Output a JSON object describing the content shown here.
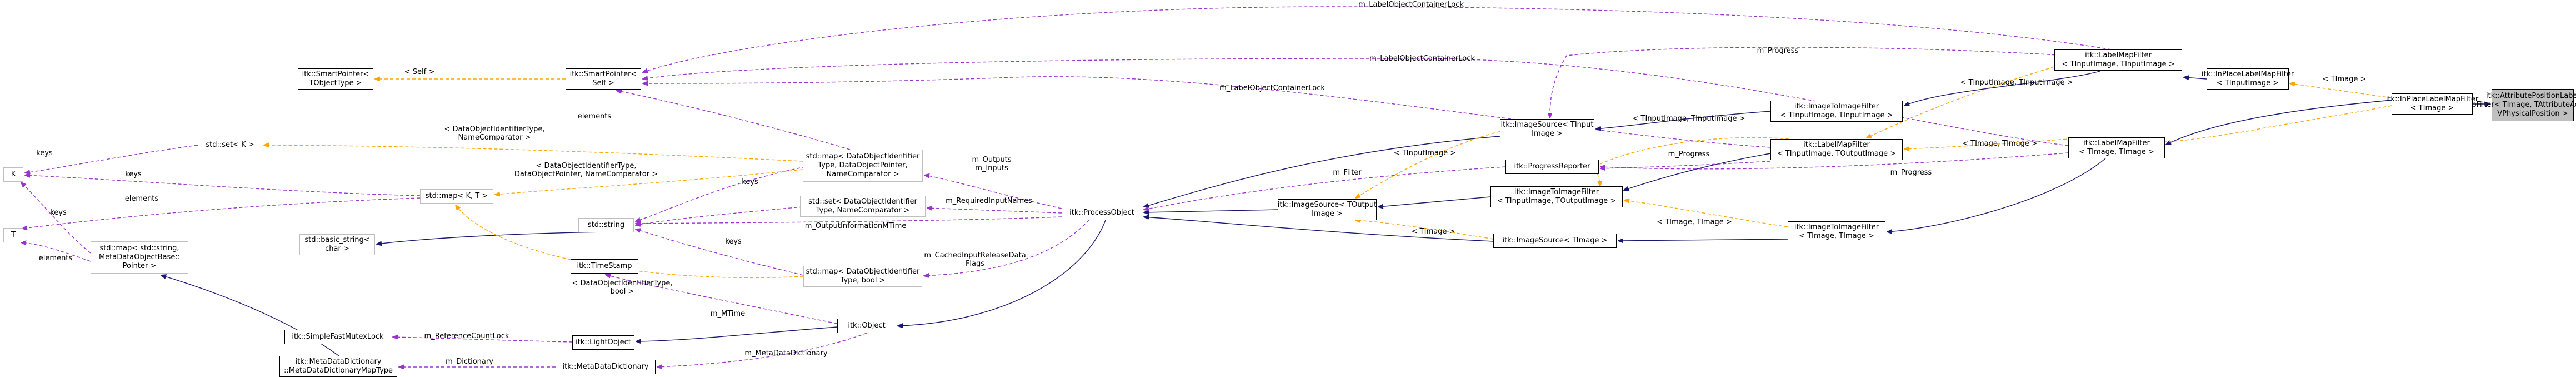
{
  "colors": {
    "inherit": "#191970",
    "usage": "#9a32cd",
    "template": "#ffa500",
    "node_border": "#000000",
    "node_border_grey": "#bfbfbf",
    "focus_fill": "#bfbfbf"
  },
  "nodes": [
    {
      "id": "attr",
      "lines": [
        "itk::AttributePositionLabel",
        "MapFilter< TImage, TAttributeAccessor,",
        " VPhysicalPosition >"
      ],
      "interactable": true
    },
    {
      "id": "inplace_label_timage",
      "lines": [
        "itk::InPlaceLabelMapFilter",
        "< TImage >"
      ],
      "interactable": true
    },
    {
      "id": "inplace_label_tinput",
      "lines": [
        "itk::InPlaceLabelMapFilter",
        "< TInputImage >"
      ],
      "interactable": true
    },
    {
      "id": "labelmap_tinput_tinput",
      "lines": [
        "itk::LabelMapFilter",
        "< TInputImage, TInputImage >"
      ],
      "interactable": true
    },
    {
      "id": "labelmap_timage_timage",
      "lines": [
        "itk::LabelMapFilter",
        "< TImage, TImage >"
      ],
      "interactable": true
    },
    {
      "id": "labelmap_generic",
      "lines": [
        "itk::LabelMapFilter",
        "< TInputImage, TOutputImage >"
      ],
      "interactable": true
    },
    {
      "id": "imgtoimg_tinput_tinput",
      "lines": [
        "itk::ImageToImageFilter",
        "< TInputImage, TInputImage >"
      ],
      "interactable": true
    },
    {
      "id": "imgtoimg_generic",
      "lines": [
        "itk::ImageToImageFilter",
        "< TInputImage, TOutputImage >"
      ],
      "interactable": true
    },
    {
      "id": "imgtoimg_timage",
      "lines": [
        "itk::ImageToImageFilter",
        "< TImage, TImage >"
      ],
      "interactable": true
    },
    {
      "id": "imgsrc_tinput",
      "lines": [
        "itk::ImageSource< TInput",
        "Image >"
      ],
      "interactable": true
    },
    {
      "id": "imgsrc_toutput",
      "lines": [
        "itk::ImageSource< TOutput",
        "Image >"
      ],
      "interactable": true
    },
    {
      "id": "imgsrc_timage",
      "lines": [
        "itk::ImageSource< TImage >"
      ],
      "interactable": true
    },
    {
      "id": "progress",
      "lines": [
        "itk::ProgressReporter"
      ],
      "interactable": true
    },
    {
      "id": "procobj",
      "lines": [
        "itk::ProcessObject"
      ],
      "interactable": true
    },
    {
      "id": "object",
      "lines": [
        "itk::Object"
      ],
      "interactable": true
    },
    {
      "id": "lightobj",
      "lines": [
        "itk::LightObject"
      ],
      "interactable": true
    },
    {
      "id": "smartptr_self",
      "lines": [
        "itk::SmartPointer<",
        " Self >"
      ],
      "interactable": true
    },
    {
      "id": "smartptr_generic",
      "lines": [
        "itk::SmartPointer<",
        " TObjectType >"
      ],
      "interactable": true
    },
    {
      "id": "map_dataobj",
      "lines": [
        "std::map< DataObjectIdentifier",
        "Type, DataObjectPointer,",
        " NameComparator >"
      ],
      "interactable": true
    },
    {
      "id": "set_dataobj",
      "lines": [
        "std::set< DataObjectIdentifier",
        "Type, NameComparator >"
      ],
      "interactable": true
    },
    {
      "id": "map_dataobj_bool",
      "lines": [
        "std::map< DataObjectIdentifier",
        "Type, bool >"
      ],
      "interactable": true
    },
    {
      "id": "set_k",
      "lines": [
        "std::set< K >"
      ],
      "interactable": true
    },
    {
      "id": "map_kt",
      "lines": [
        "std::map< K, T >"
      ],
      "interactable": true
    },
    {
      "id": "string",
      "lines": [
        "std::string"
      ],
      "interactable": true
    },
    {
      "id": "basic_string",
      "lines": [
        "std::basic_string<",
        " char >"
      ],
      "interactable": true
    },
    {
      "id": "timestamp",
      "lines": [
        "itk::TimeStamp"
      ],
      "interactable": true
    },
    {
      "id": "k",
      "lines": [
        "K"
      ],
      "interactable": true
    },
    {
      "id": "t",
      "lines": [
        "T"
      ],
      "interactable": true
    },
    {
      "id": "map_string_meta",
      "lines": [
        "std::map< std::string,",
        " MetaDataObjectBase::",
        "Pointer >"
      ],
      "interactable": true
    },
    {
      "id": "fastmutex",
      "lines": [
        "itk::SimpleFastMutexLock"
      ],
      "interactable": true
    },
    {
      "id": "metadict_map",
      "lines": [
        "itk::MetaDataDictionary",
        "::MetaDataDictionaryMapType"
      ],
      "interactable": true
    },
    {
      "id": "metadict",
      "lines": [
        "itk::MetaDataDictionary"
      ],
      "interactable": true
    }
  ],
  "edge_labels": [
    {
      "id": "lbl_lock1",
      "lines": [
        "m_LabelObjectContainerLock"
      ]
    },
    {
      "id": "lbl_progress1",
      "lines": [
        "m_Progress"
      ]
    },
    {
      "id": "lbl_lock2",
      "lines": [
        "m_LabelObjectContainerLock"
      ]
    },
    {
      "id": "lbl_tinput_tinput",
      "lines": [
        "< TInputImage, TInputImage >"
      ]
    },
    {
      "id": "lbl_timage1",
      "lines": [
        "< TImage >"
      ]
    },
    {
      "id": "lbl_lock3",
      "lines": [
        "m_LabelObjectContainerLock"
      ]
    },
    {
      "id": "lbl_self",
      "lines": [
        "< Self >"
      ]
    },
    {
      "id": "lbl_elements1",
      "lines": [
        "elements"
      ]
    },
    {
      "id": "lbl_tinputimage",
      "lines": [
        "< TInputImage >"
      ]
    },
    {
      "id": "lbl_tinput_tinput2",
      "lines": [
        "< TInputImage, TInputImage >"
      ]
    },
    {
      "id": "lbl_timage_timage1",
      "lines": [
        "< TImage, TImage >"
      ]
    },
    {
      "id": "lbl_progress2",
      "lines": [
        "m_Progress"
      ]
    },
    {
      "id": "lbl_progress3",
      "lines": [
        "m_Progress"
      ]
    },
    {
      "id": "lbl_filter",
      "lines": [
        "m_Filter"
      ]
    },
    {
      "id": "lbl_keys1",
      "lines": [
        "keys"
      ]
    },
    {
      "id": "lbl_set_k",
      "lines": [
        "< DataObjectIdentifierType,",
        " NameComparator >"
      ]
    },
    {
      "id": "lbl_map_kt",
      "lines": [
        "< DataObjectIdentifierType,",
        " DataObjectPointer, NameComparator >"
      ]
    },
    {
      "id": "lbl_keys2",
      "lines": [
        "keys"
      ]
    },
    {
      "id": "lbl_keys3",
      "lines": [
        "keys"
      ]
    },
    {
      "id": "lbl_elements2",
      "lines": [
        "elements"
      ]
    },
    {
      "id": "lbl_keys4",
      "lines": [
        "keys"
      ]
    },
    {
      "id": "lbl_outputs",
      "lines": [
        "m_Outputs",
        "m_Inputs"
      ]
    },
    {
      "id": "lbl_required",
      "lines": [
        "m_RequiredInputNames"
      ]
    },
    {
      "id": "lbl_outinfo",
      "lines": [
        "m_OutputInformationMTime"
      ]
    },
    {
      "id": "lbl_timage2",
      "lines": [
        "< TImage >"
      ]
    },
    {
      "id": "lbl_timage_timage2",
      "lines": [
        "< TImage, TImage >"
      ]
    },
    {
      "id": "lbl_keys5",
      "lines": [
        "keys"
      ]
    },
    {
      "id": "lbl_elements3",
      "lines": [
        "elements"
      ]
    },
    {
      "id": "lbl_cached",
      "lines": [
        "m_CachedInputReleaseData",
        "Flags"
      ]
    },
    {
      "id": "lbl_bool",
      "lines": [
        "< DataObjectIdentifierType,",
        " bool >"
      ]
    },
    {
      "id": "lbl_mtime",
      "lines": [
        "m_MTime"
      ]
    },
    {
      "id": "lbl_refcount",
      "lines": [
        "m_ReferenceCountLock"
      ]
    },
    {
      "id": "lbl_metadict1",
      "lines": [
        "m_MetaDataDictionary"
      ]
    },
    {
      "id": "lbl_dictionary",
      "lines": [
        "m_Dictionary"
      ]
    }
  ]
}
